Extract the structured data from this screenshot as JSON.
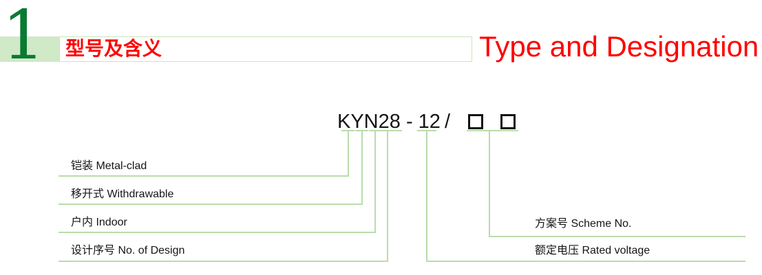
{
  "header": {
    "section_number": "1",
    "title_cn": "型号及含义",
    "title_en": "Type and Designation"
  },
  "designation": {
    "model": "KYN28 - 12",
    "separator": "/",
    "placeholder_box_count": 2
  },
  "left_labels": [
    "铠装 Metal-clad",
    "移开式 Withdrawable",
    "户内 Indoor",
    "设计序号 No. of Design"
  ],
  "right_labels": [
    "方案号 Scheme No.",
    "额定电压 Rated voltage"
  ],
  "colors": {
    "accent_red": "#fe0000",
    "digit_green": "#0a7a33",
    "band_green": "#d0e9c6",
    "connector_green": "#b9dcab",
    "text_black": "#151515"
  }
}
